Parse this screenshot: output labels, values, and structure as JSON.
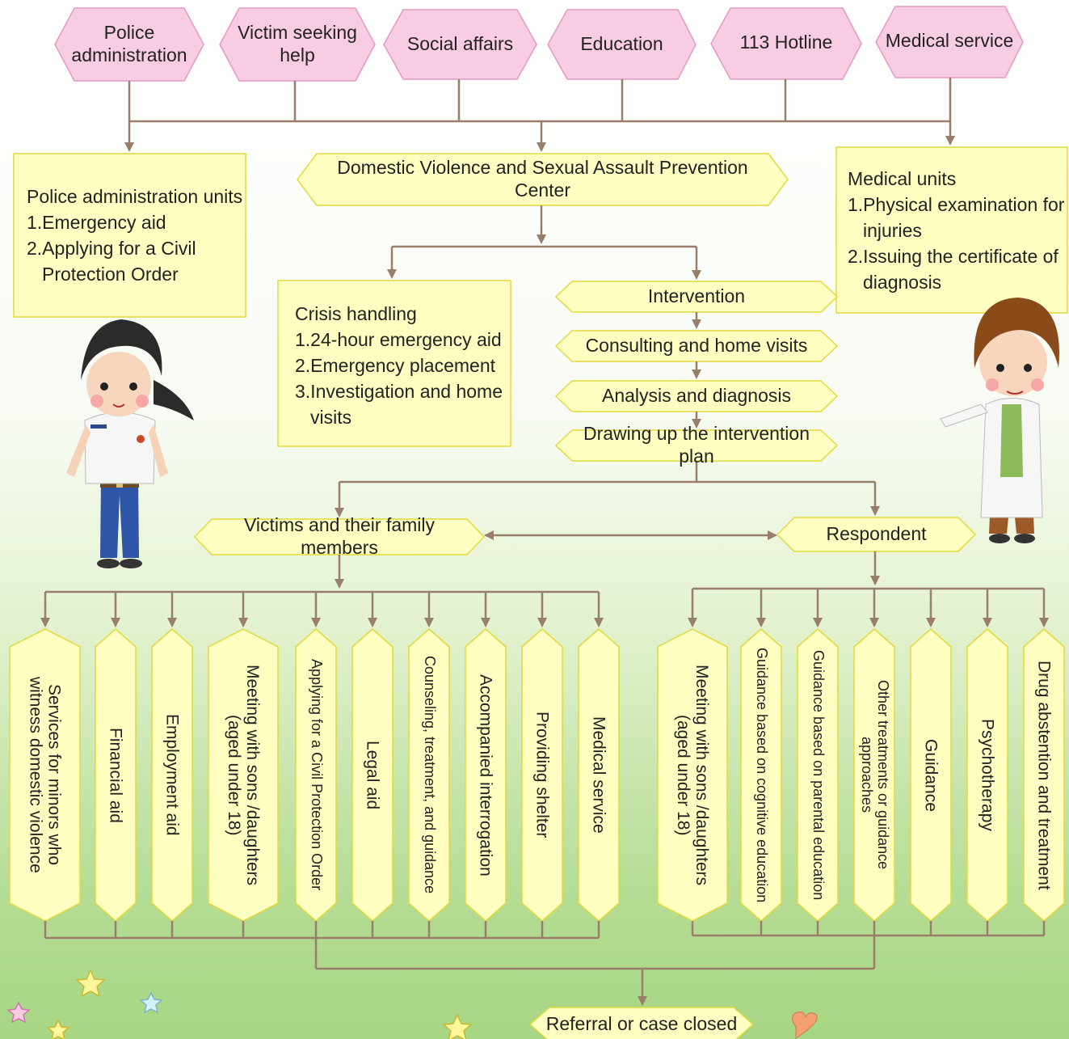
{
  "sources": [
    "Police\nadministration",
    "Victim seeking\nhelp",
    "Social affairs",
    "Education",
    "113 Hotline",
    "Medical service"
  ],
  "police_box": {
    "title": "Police administration units",
    "items": [
      "1.Emergency aid",
      "2.Applying for a Civil\nProtection Order"
    ]
  },
  "center": "Domestic Violence and Sexual Assault Prevention Center",
  "medical_box": {
    "title": "Medical units",
    "items": [
      "1.Physical examination for\ninjuries",
      "2.Issuing the certificate of\ndiagnosis"
    ]
  },
  "crisis_box": {
    "title": "Crisis handling",
    "items": [
      "1.24-hour emergency aid",
      "2.Emergency placement",
      "3.Investigation and home\nvisits"
    ]
  },
  "steps": [
    "Intervention",
    "Consulting and home visits",
    "Analysis and diagnosis",
    "Drawing up the intervention plan"
  ],
  "victims": "Victims and their family members",
  "respondent": "Respondent",
  "victim_services": [
    "Services for minors who\nwitness domestic violence",
    "Financial aid",
    "Employment aid",
    "Meeting with sons /daughters\n(aged under 18)",
    "Applying for a Civil Protection Order",
    "Legal aid",
    "Counseling, treatment, and guidance",
    "Accompanied interrogation",
    "Providing shelter",
    "Medical service"
  ],
  "respondent_services": [
    "Meeting with sons /daughters\n(aged under 18)",
    "Guidance based on cognitive education",
    "Guidance based on parental education",
    "Other treatments or guidance approaches",
    "Guidance",
    "Psychotherapy",
    "Drug abstention and treatment"
  ],
  "final": "Referral or case closed",
  "colors": {
    "pink": "#f8cde4",
    "pink_stroke": "#e399c4",
    "yellow": "#ffffc1",
    "yellow_stroke": "#e3d93b",
    "line": "#9a7e6c"
  }
}
